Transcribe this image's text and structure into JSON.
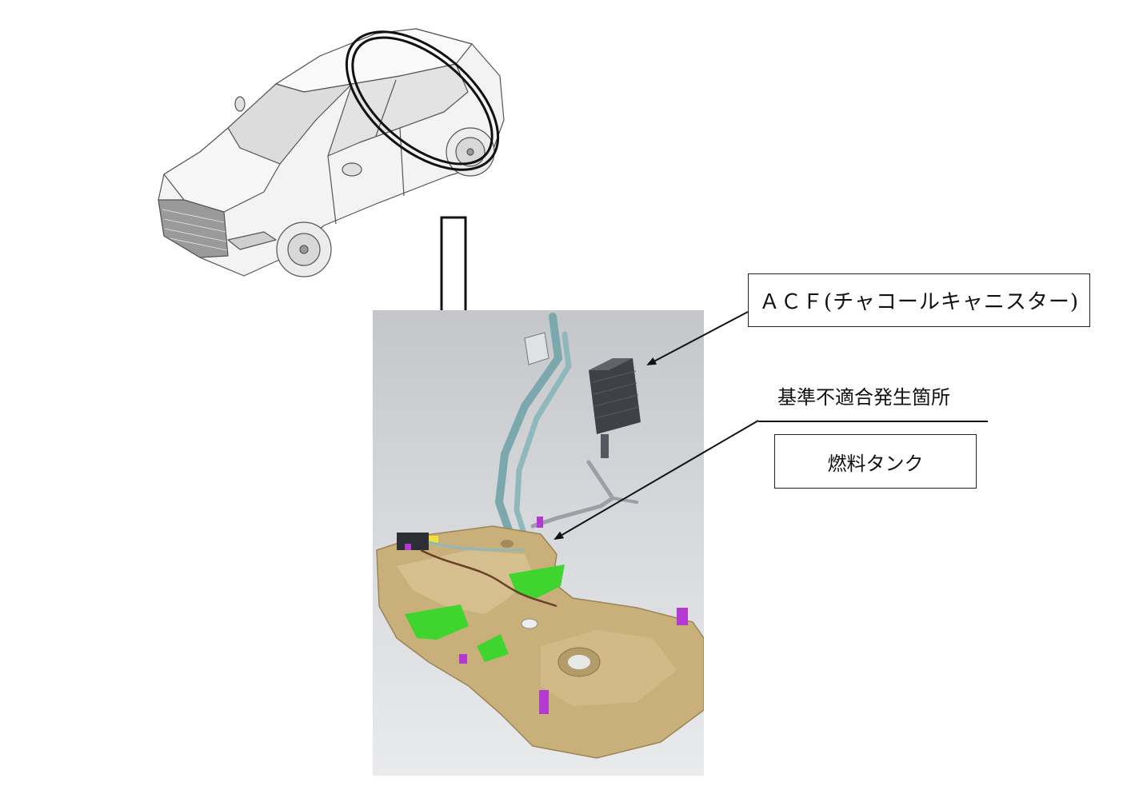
{
  "labels": {
    "acf": "ＡＣＦ(チャコールキャニスター)",
    "nonconformity_site": "基準不適合発生箇所",
    "fuel_tank": "燃料タンク"
  },
  "colors": {
    "line": "#111111",
    "tank_gold": "#c9b07a",
    "bracket_green": "#3fd52e",
    "clip_magenta": "#b23ad0",
    "pipe_teal": "#6aa6a8",
    "canister_gray": "#4a4c52"
  }
}
